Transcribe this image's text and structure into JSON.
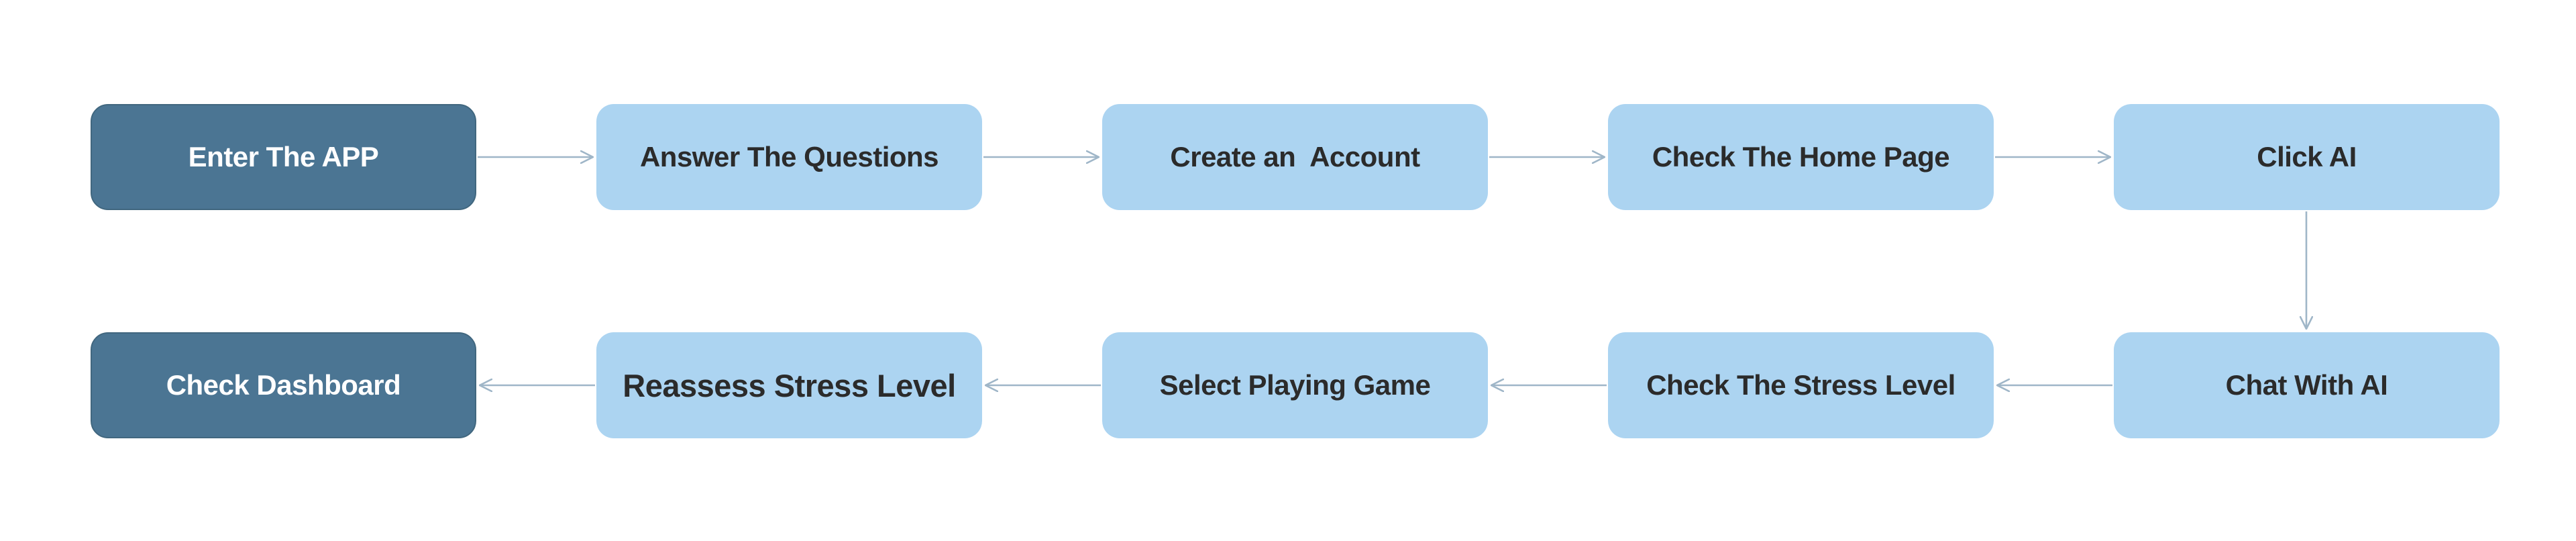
{
  "flow": {
    "nodes": [
      {
        "id": "n1",
        "label": "Enter The APP"
      },
      {
        "id": "n2",
        "label": "Answer The Questions"
      },
      {
        "id": "n3",
        "label": "Create an  Account"
      },
      {
        "id": "n4",
        "label": "Check The Home Page"
      },
      {
        "id": "n5",
        "label": "Click AI"
      },
      {
        "id": "n6",
        "label": "Chat With AI"
      },
      {
        "id": "n7",
        "label": "Check The Stress Level"
      },
      {
        "id": "n8",
        "label": "Select Playing Game"
      },
      {
        "id": "n9",
        "label": "Reassess Stress Level"
      },
      {
        "id": "n10",
        "label": "Check Dashboard"
      }
    ],
    "edges": [
      {
        "from": "n1",
        "to": "n2"
      },
      {
        "from": "n2",
        "to": "n3"
      },
      {
        "from": "n3",
        "to": "n4"
      },
      {
        "from": "n4",
        "to": "n5"
      },
      {
        "from": "n5",
        "to": "n6"
      },
      {
        "from": "n6",
        "to": "n7"
      },
      {
        "from": "n7",
        "to": "n8"
      },
      {
        "from": "n8",
        "to": "n9"
      },
      {
        "from": "n9",
        "to": "n10"
      }
    ]
  },
  "colors": {
    "primary_node": "#4b7593",
    "secondary_node": "#acd4f1",
    "arrow": "#9fb6c8",
    "primary_text": "#ffffff",
    "secondary_text": "#2b2b2b"
  }
}
